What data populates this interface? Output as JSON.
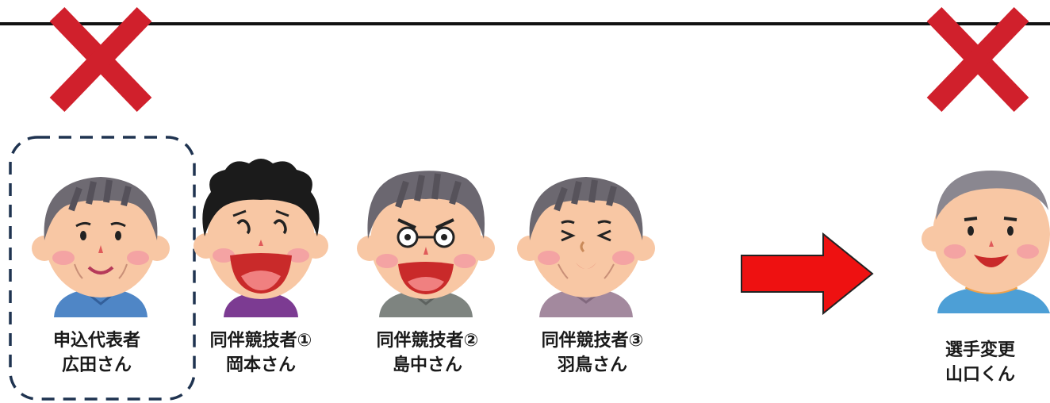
{
  "people": [
    {
      "role": "申込代表者",
      "name": "広田さん",
      "crossed": true,
      "highlighted": true
    },
    {
      "role": "同伴競技者①",
      "name": "岡本さん",
      "crossed": false,
      "highlighted": false
    },
    {
      "role": "同伴競技者②",
      "name": "島中さん",
      "crossed": false,
      "highlighted": false
    },
    {
      "role": "同伴競技者③",
      "name": "羽鳥さん",
      "crossed": false,
      "highlighted": false
    }
  ],
  "replacement": {
    "role": "選手変更",
    "name": "山口くん",
    "crossed": true
  },
  "colors": {
    "cross": "#d0202c",
    "arrow": "#ee1111",
    "dashed_box": "#1f3350",
    "line": "#111111"
  }
}
